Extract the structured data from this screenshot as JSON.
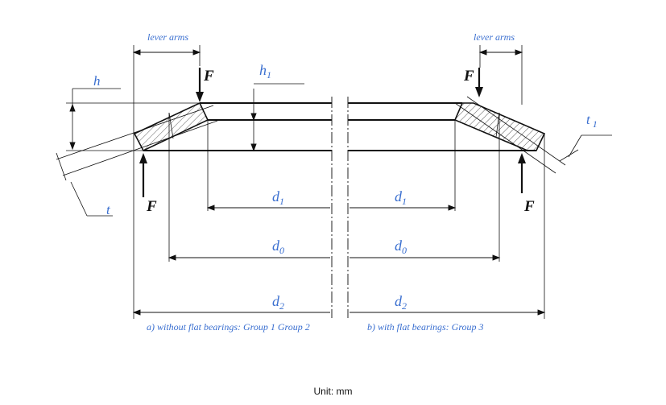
{
  "diagram": {
    "label_lever_arms_left": "lever arms",
    "label_lever_arms_right": "lever arms",
    "label_h": "h",
    "label_h1_main": "h",
    "label_h1_sub": "1",
    "label_t": "t",
    "label_t1_main": "t",
    "label_t1_sub": "1",
    "label_force": "F",
    "label_d1_main": "d",
    "label_d1_sub": "1",
    "label_d0_main": "d",
    "label_d0_sub": "0",
    "label_d2_main": "d",
    "label_d2_sub": "2",
    "caption_a": "a) without flat bearings:  Group 1  Group 2",
    "caption_b": "b) with flat bearings: Group 3"
  },
  "footer": {
    "unit_label": "Unit:",
    "unit_value": "mm"
  }
}
